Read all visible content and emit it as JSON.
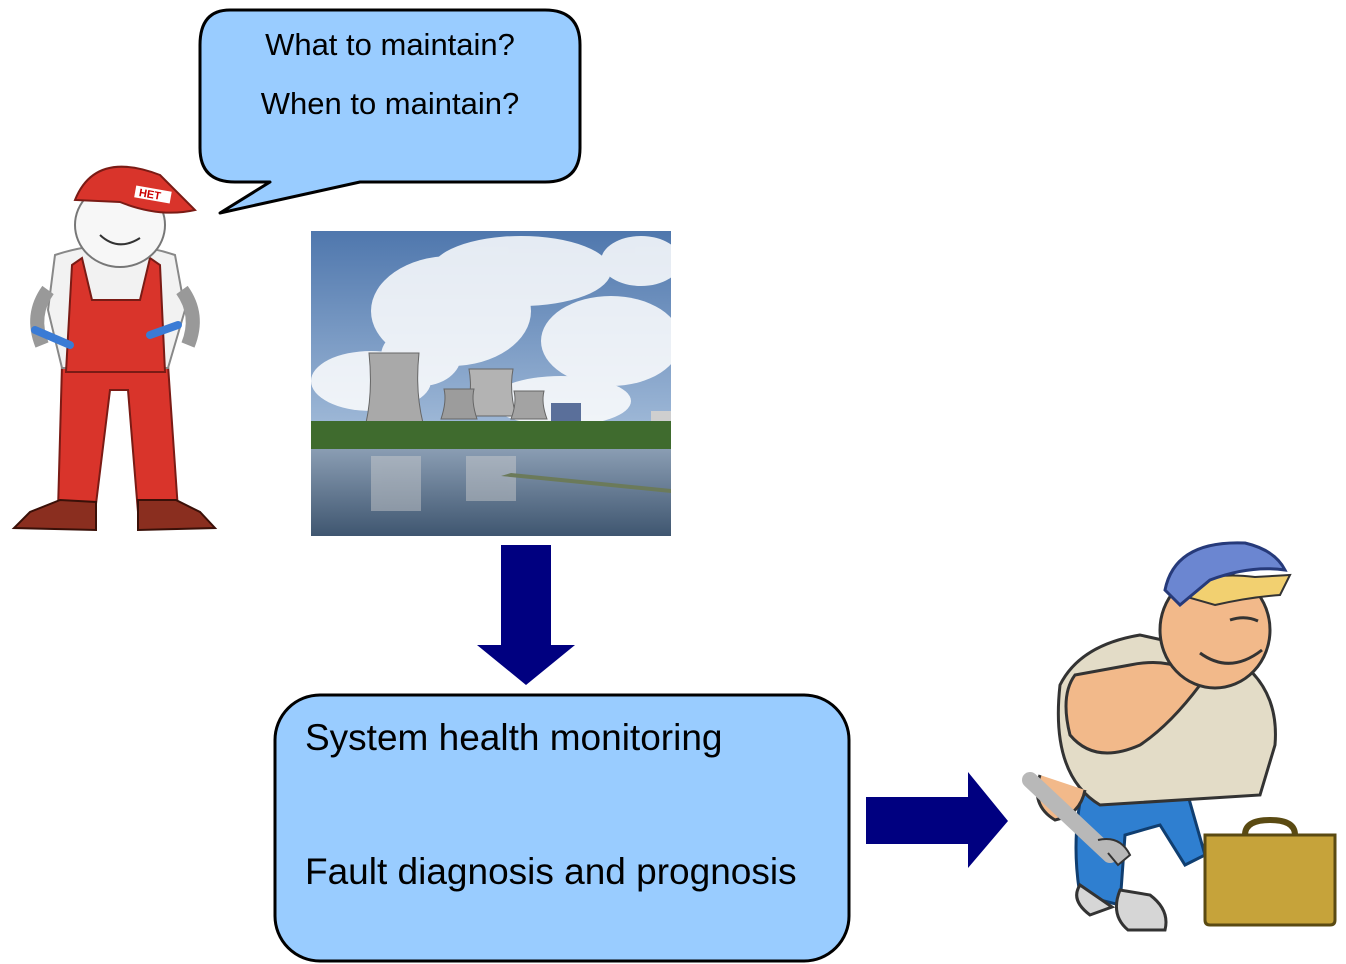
{
  "speech_bubble": {
    "line1": "What to maintain?",
    "line2": "When to maintain?"
  },
  "process_box": {
    "line1": "System health monitoring",
    "line2": "Fault diagnosis and prognosis"
  },
  "logo": {
    "text": "HET"
  },
  "colors": {
    "bubble_fill": "#99ccff",
    "arrow": "#000080",
    "outline": "#000000",
    "worker_red": "#d9342b",
    "sky": "#6f97c6"
  }
}
